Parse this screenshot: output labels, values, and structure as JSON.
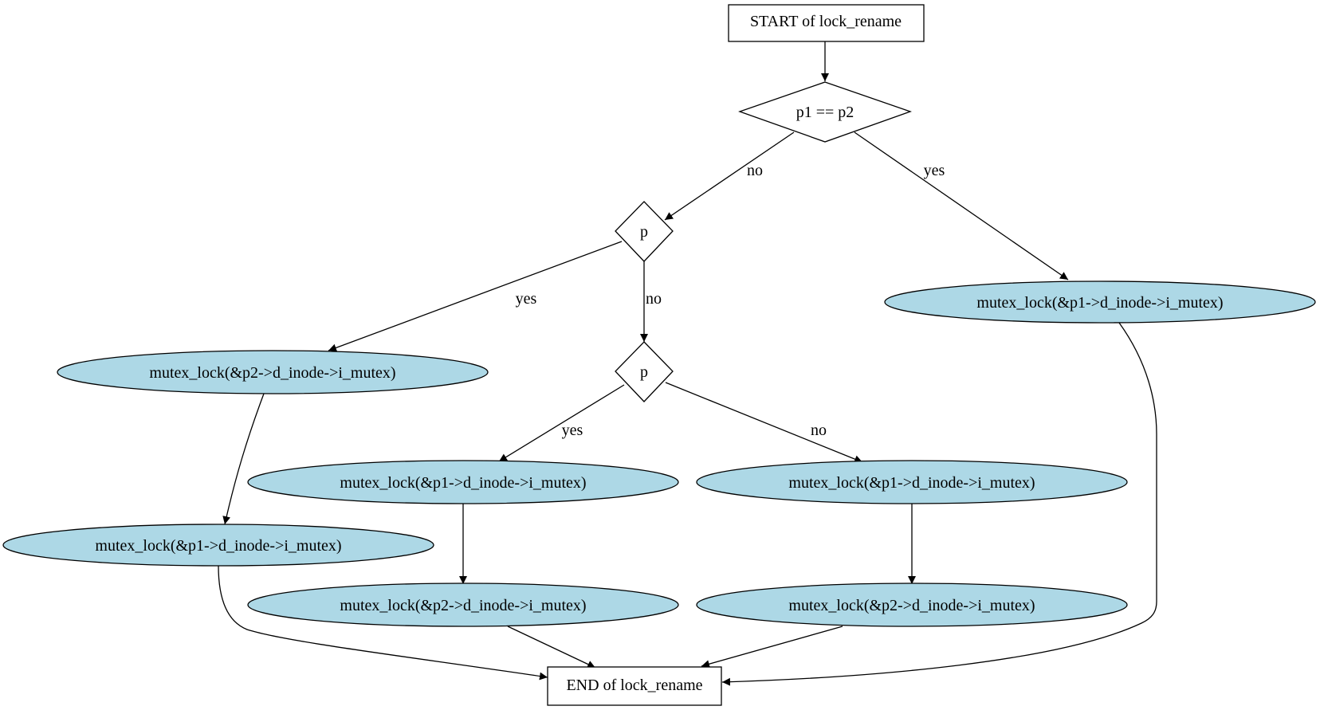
{
  "diagram": {
    "colors": {
      "process_fill": "#add8e6",
      "terminal_fill": "#ffffff",
      "stroke": "#000000"
    },
    "nodes": {
      "start": {
        "shape": "box",
        "label": "START of lock_rename"
      },
      "d1": {
        "shape": "diamond",
        "label": "p1 == p2"
      },
      "d2": {
        "shape": "diamond",
        "label": "p"
      },
      "d3": {
        "shape": "diamond",
        "label": "p"
      },
      "n_yes1": {
        "shape": "ellipse",
        "label": "mutex_lock(&p1->d_inode->i_mutex)"
      },
      "n_l1": {
        "shape": "ellipse",
        "label": "mutex_lock(&p2->d_inode->i_mutex)"
      },
      "n_l2": {
        "shape": "ellipse",
        "label": "mutex_lock(&p1->d_inode->i_mutex)"
      },
      "n_m1": {
        "shape": "ellipse",
        "label": "mutex_lock(&p1->d_inode->i_mutex)"
      },
      "n_m2": {
        "shape": "ellipse",
        "label": "mutex_lock(&p2->d_inode->i_mutex)"
      },
      "n_r1": {
        "shape": "ellipse",
        "label": "mutex_lock(&p1->d_inode->i_mutex)"
      },
      "n_r2": {
        "shape": "ellipse",
        "label": "mutex_lock(&p2->d_inode->i_mutex)"
      },
      "end": {
        "shape": "box",
        "label": "END of lock_rename"
      }
    },
    "edge_labels": {
      "d1_no": "no",
      "d1_yes": "yes",
      "d2_yes": "yes",
      "d2_no": "no",
      "d3_yes": "yes",
      "d3_no": "no"
    }
  }
}
